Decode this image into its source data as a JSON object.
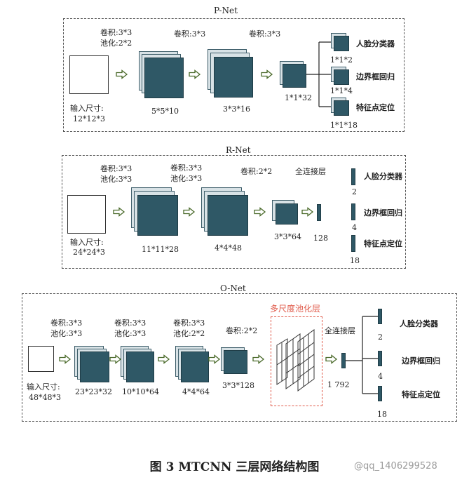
{
  "pnet": {
    "title": "P-Net",
    "conv1": "卷积:3*3",
    "pool1": "池化:2*2",
    "conv2": "卷积:3*3",
    "conv3": "卷积:3*3",
    "input_label": "输入尺寸:",
    "input_size": "12*12*3",
    "l1_size": "5*5*10",
    "l2_size": "3*3*16",
    "l3_size": "1*1*32",
    "out1_name": "人脸分类器",
    "out1_size": "1*1*2",
    "out2_name": "边界框回归",
    "out2_size": "1*1*4",
    "out3_name": "特征点定位",
    "out3_size": "1*1*18"
  },
  "rnet": {
    "title": "R-Net",
    "conv1": "卷积:3*3",
    "pool1": "池化:3*3",
    "conv2": "卷积:3*3",
    "pool2": "池化:3*3",
    "conv3": "卷积:2*2",
    "fc_label": "全连接层",
    "input_label": "输入尺寸:",
    "input_size": "24*24*3",
    "l1_size": "11*11*28",
    "l2_size": "4*4*48",
    "l3_size": "3*3*64",
    "fc_size": "128",
    "out1_name": "人脸分类器",
    "out1_size": "2",
    "out2_name": "边界框回归",
    "out2_size": "4",
    "out3_name": "特征点定位",
    "out3_size": "18"
  },
  "onet": {
    "title": "O-Net",
    "conv1": "卷积:3*3",
    "pool1": "池化:3*3",
    "conv2": "卷积:3*3",
    "pool2": "池化:3*3",
    "conv3": "卷积:3*3",
    "pool3": "池化:2*2",
    "conv4": "卷积:2*2",
    "spp_label": "多尺度池化层",
    "fc_label": "全连接层",
    "input_label": "输入尺寸:",
    "input_size": "48*48*3",
    "l1_size": "23*23*32",
    "l2_size": "10*10*64",
    "l3_size": "4*4*64",
    "l4_size": "3*3*128",
    "fc_size": "1 792",
    "out1_name": "人脸分类器",
    "out1_size": "2",
    "out2_name": "边界框回归",
    "out2_size": "4",
    "out3_name": "特征点定位",
    "out3_size": "18"
  },
  "caption": "图 3 MTCNN 三层网络结构图",
  "watermark": "@qq_1406299528",
  "colors": {
    "layer": "#2f5866",
    "spp_border": "#e05a4a",
    "spp_label": "#e05a4a",
    "arrow": "#4a6a2a"
  }
}
